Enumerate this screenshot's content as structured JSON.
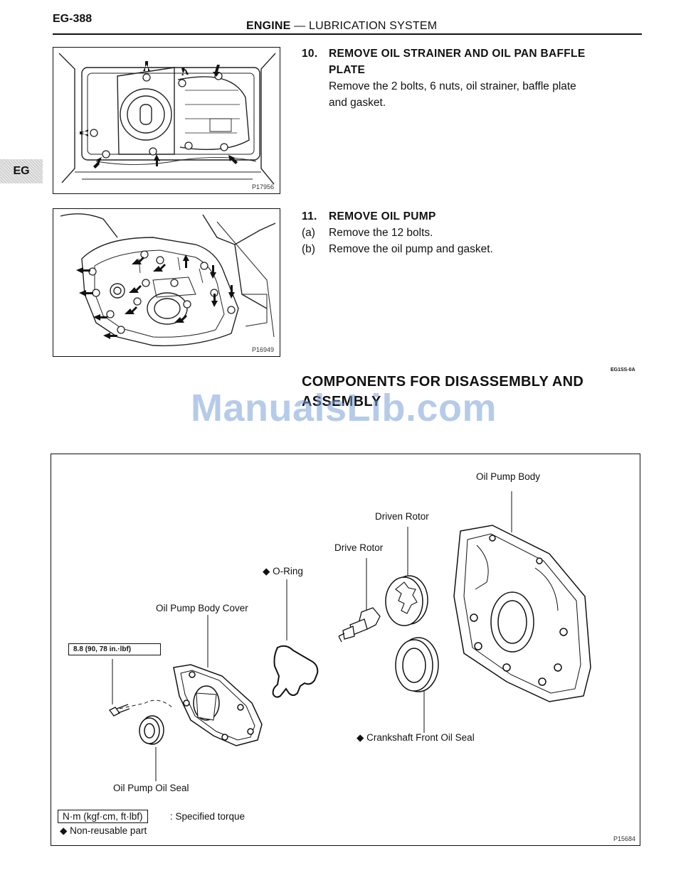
{
  "header": {
    "page_number": "EG-388",
    "title_bold": "ENGINE",
    "title_rest": " — LUBRICATION SYSTEM",
    "side_tab": "EG"
  },
  "figures": {
    "fig1_code": "P17956",
    "fig2_code": "P16949",
    "fig3_code": "P15684"
  },
  "steps": {
    "s10": {
      "number": "10.",
      "heading_line1": "REMOVE OIL STRAINER AND OIL PAN BAFFLE",
      "heading_line2": "PLATE",
      "body_line1": "Remove the 2 bolts, 6 nuts, oil strainer, baffle plate",
      "body_line2": "and gasket."
    },
    "s11": {
      "number": "11.",
      "heading": "REMOVE OIL PUMP",
      "sub": [
        {
          "label": "(a)",
          "text": "Remove the 12 bolts."
        },
        {
          "label": "(b)",
          "text": "Remove the oil pump and gasket."
        }
      ]
    }
  },
  "section": {
    "title_line1": "COMPONENTS FOR DISASSEMBLY AND",
    "title_line2": "ASSEMBLY",
    "code": "EG1SS-0A"
  },
  "watermark": "ManualsLib.com",
  "components": {
    "oil_pump_body": "Oil Pump Body",
    "driven_rotor": "Driven Rotor",
    "drive_rotor": "Drive Rotor",
    "o_ring": "◆ O-Ring",
    "oil_pump_body_cover": "Oil Pump Body Cover",
    "crankshaft_front_oil_seal": "◆ Crankshaft Front Oil Seal",
    "oil_pump_oil_seal": "Oil Pump Oil Seal",
    "torque_spec": "8.8 (90, 78 in.·lbf)"
  },
  "legend": {
    "torque_unit": "N·m (kgf·cm, ft·lbf)",
    "torque_desc": ": Specified torque",
    "non_reusable": "◆ Non-reusable part"
  }
}
